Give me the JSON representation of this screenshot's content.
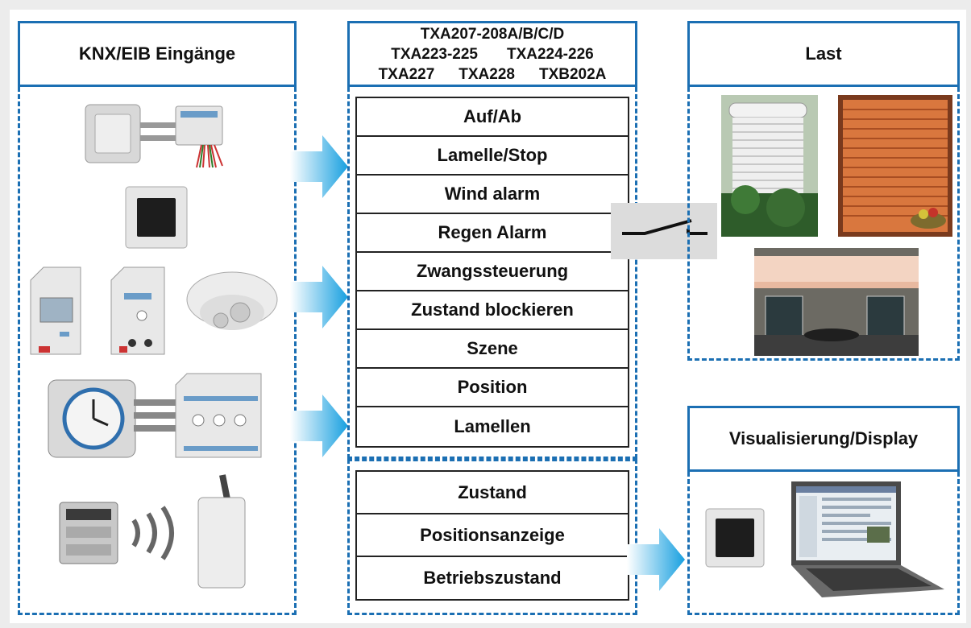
{
  "panels": {
    "inputs_title": "KNX/EIB Eingänge",
    "load_title": "Last",
    "display_title": "Visualisierung/Display"
  },
  "models": {
    "line1": [
      "TXA207-208A/B/C/D"
    ],
    "line2": [
      "TXA223-225",
      "TXA224-226"
    ],
    "line3": [
      "TXA227",
      "TXA228",
      "TXB202A"
    ]
  },
  "functions": [
    "Auf/Ab",
    "Lamelle/Stop",
    "Wind alarm",
    "Regen Alarm",
    "Zwangssteuerung",
    "Zustand blockieren",
    "Szene",
    "Position",
    "Lamellen"
  ],
  "status_outputs": [
    "Zustand",
    "Positionsanzeige",
    "Betriebszustand"
  ],
  "colors": {
    "border_blue": "#1b6fb3",
    "arrow_blue": "#18a0e0"
  }
}
